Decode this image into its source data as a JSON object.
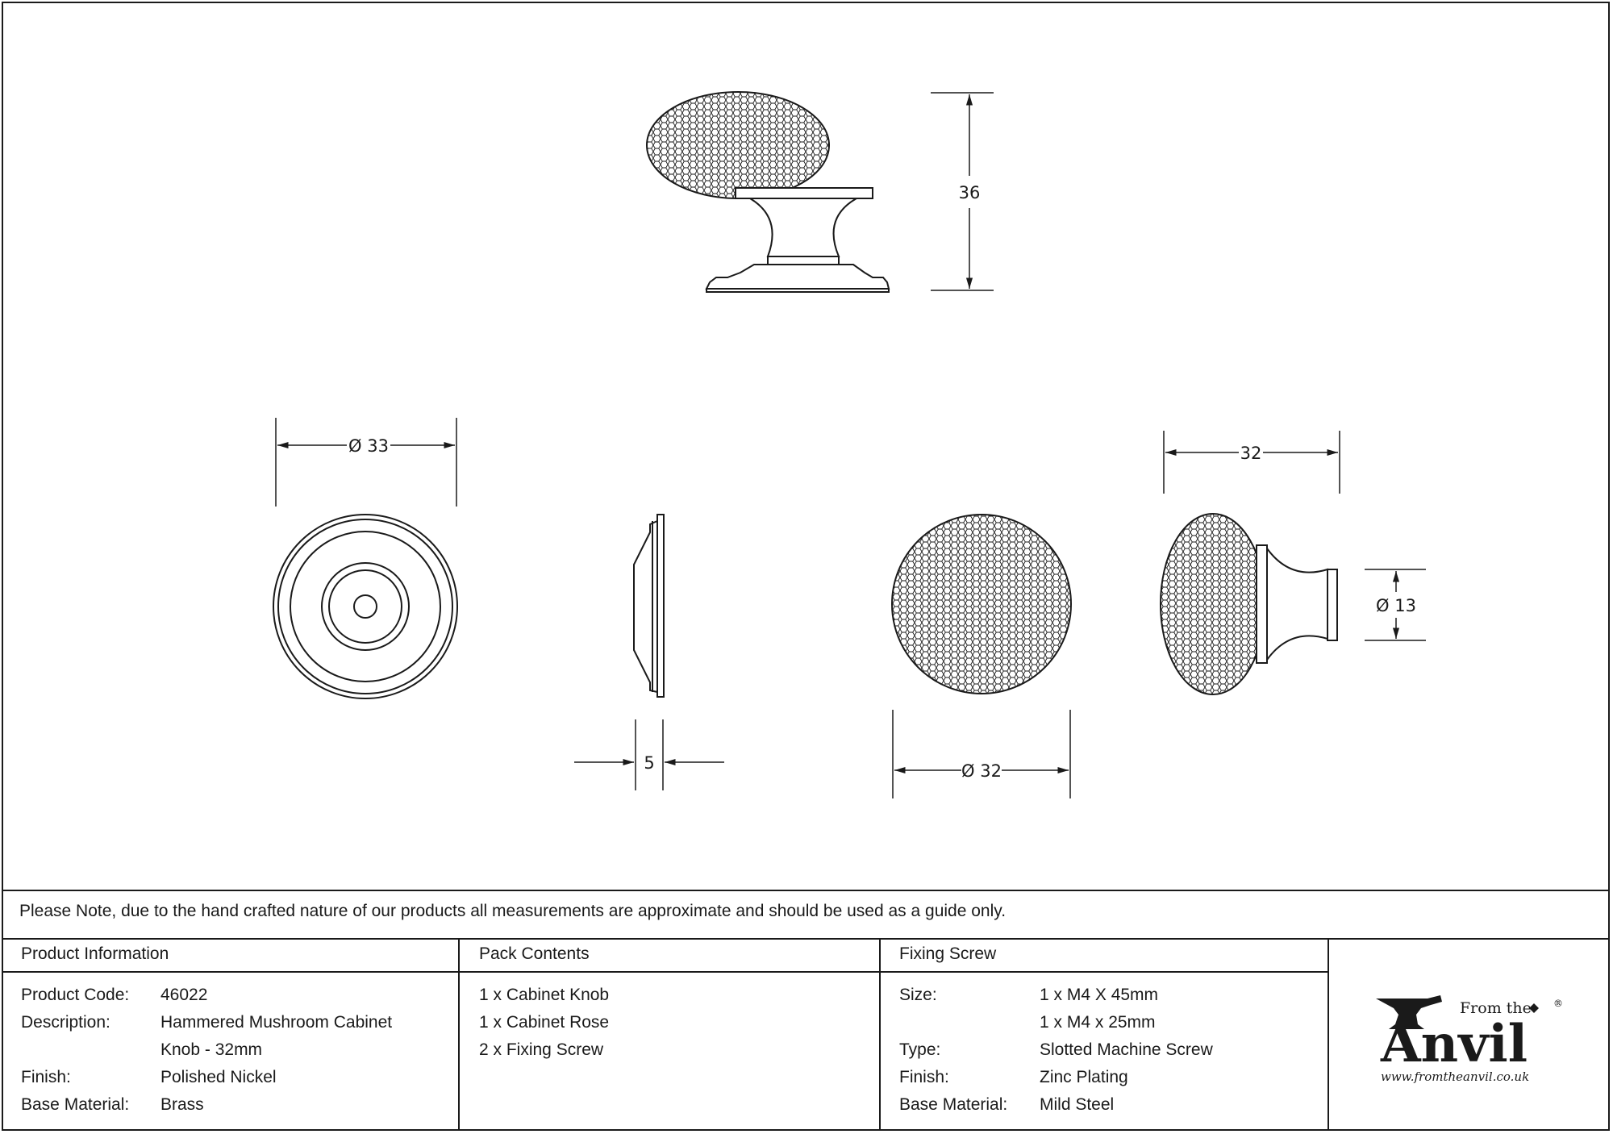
{
  "drawing": {
    "dims": {
      "height_36": "36",
      "rose_dia": "Ø 33",
      "rose_depth": "5",
      "knob_dia_front": "Ø 32",
      "knob_depth": "32",
      "stem_dia": "Ø 13"
    }
  },
  "note": "Please Note, due to the hand crafted nature of our products all measurements are approximate and should be used as a guide only.",
  "product_info": {
    "heading": "Product Information",
    "rows": [
      {
        "label": "Product Code:",
        "value": "46022"
      },
      {
        "label": "Description:",
        "value": "Hammered Mushroom Cabinet"
      },
      {
        "label": "",
        "value": "Knob - 32mm"
      },
      {
        "label": "Finish:",
        "value": "Polished Nickel"
      },
      {
        "label": "Base Material:",
        "value": "Brass"
      }
    ]
  },
  "pack_contents": {
    "heading": "Pack Contents",
    "items": [
      "1 x Cabinet Knob",
      "1 x Cabinet Rose",
      "2 x Fixing Screw"
    ]
  },
  "fixing_screw": {
    "heading": "Fixing Screw",
    "rows": [
      {
        "label": "Size:",
        "value": "1 x M4 X 45mm"
      },
      {
        "label": "",
        "value": "1 x M4 x 25mm"
      },
      {
        "label": "Type:",
        "value": "Slotted Machine Screw"
      },
      {
        "label": "Finish:",
        "value": "Zinc Plating"
      },
      {
        "label": "Base Material:",
        "value": "Mild Steel"
      }
    ]
  },
  "logo": {
    "from_the": "From the",
    "anvil": "Anvil",
    "reg": "®",
    "url": "www.fromtheanvil.co.uk"
  }
}
